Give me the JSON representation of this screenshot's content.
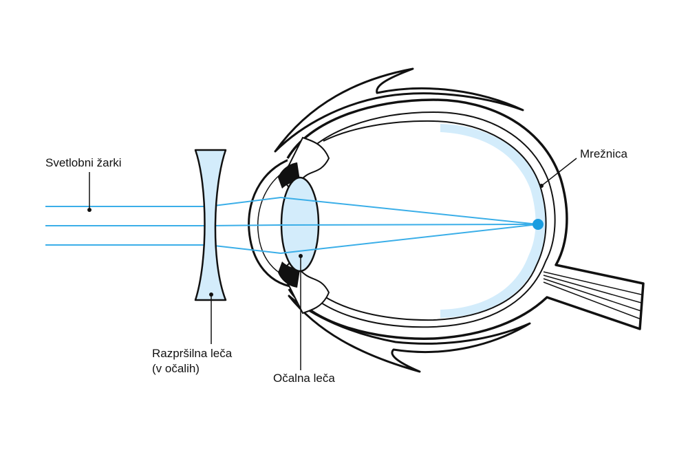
{
  "labels": {
    "light_rays": "Svetlobni žarki",
    "retina": "Mrežnica",
    "diverging_lens_line1": "Razpršilna leča",
    "diverging_lens_line2": "(v očalih)",
    "eye_lens": "Očalna leča"
  },
  "colors": {
    "ray": "#3aaee8",
    "tint": "#d3ecfb",
    "outline": "#111111",
    "focus_point": "#1a9de0"
  }
}
